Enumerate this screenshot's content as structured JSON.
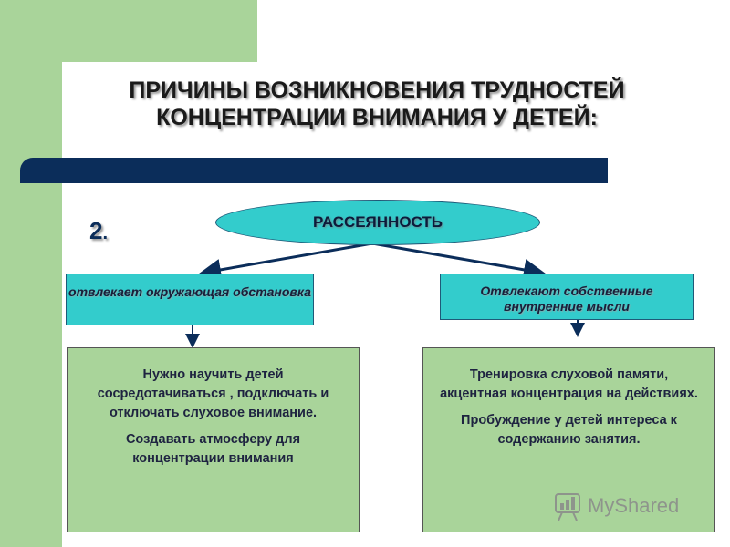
{
  "title": {
    "line1": "ПРИЧИНЫ ВОЗНИКНОВЕНИЯ ТРУДНОСТЕЙ",
    "line2": "КОНЦЕНТРАЦИИ ВНИМАНИЯ У ДЕТЕЙ:"
  },
  "number": {
    "value": "2",
    "suffix": "."
  },
  "root": {
    "label": "РАССЕЯННОСТЬ"
  },
  "branches": [
    {
      "label": "отвлекает окружающая обстановка"
    },
    {
      "label": "Отвлекают собственные внутренние мысли"
    }
  ],
  "recommendations": [
    {
      "p1": "Нужно научить детей сосредотачиваться , подключать и отключать слуховое внимание.",
      "p2": "Создавать атмосферу для концентрации внимания"
    },
    {
      "p1": "Тренировка слуховой памяти, акцентная концентрация на действиях.",
      "p2": "Пробуждение у детей интереса  к содержанию занятия."
    }
  ],
  "watermark": {
    "text": "MyShared"
  },
  "colors": {
    "green": "#a9d49a",
    "cyan": "#33cccc",
    "navy": "#0b2d5a"
  }
}
